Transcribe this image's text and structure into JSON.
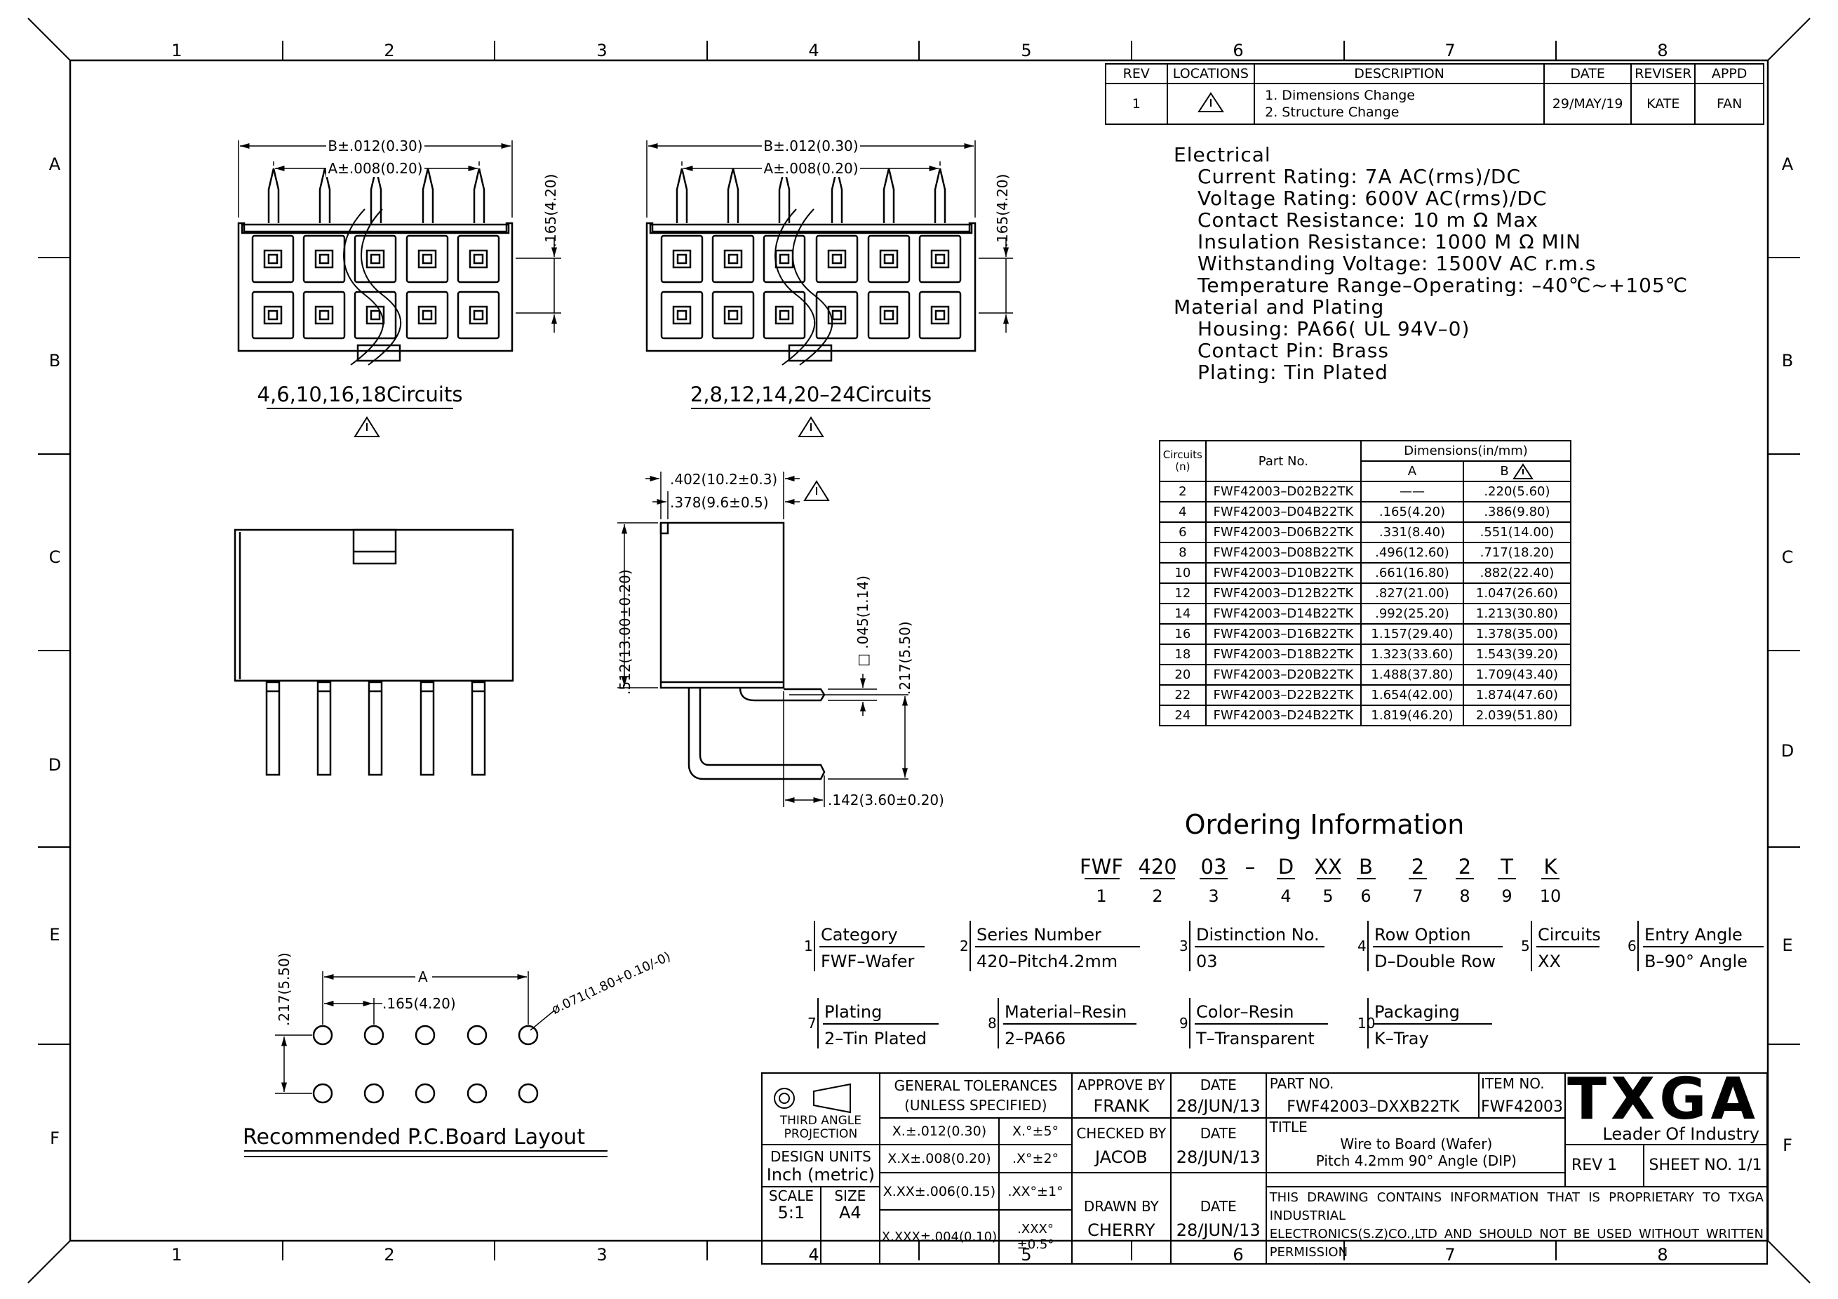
{
  "grid": {
    "columns": [
      "1",
      "2",
      "3",
      "4",
      "5",
      "6",
      "7",
      "8"
    ],
    "rows": [
      "A",
      "B",
      "C",
      "D",
      "E",
      "F"
    ]
  },
  "revision": {
    "headers": [
      "REV",
      "LOCATIONS",
      "DESCRIPTION",
      "DATE",
      "REVISER",
      "APPD"
    ],
    "row": {
      "rev": "1",
      "location_icon": "triangle-warning-icon",
      "desc1": "1. Dimensions Change",
      "desc2": "2. Structure Change",
      "date": "29/MAY/19",
      "reviser": "KATE",
      "appd": "FAN"
    }
  },
  "electrical": {
    "heading": "Electrical",
    "current": "Current Rating: 7A  AC(rms)/DC",
    "voltage": "Voltage Rating: 600V  AC(rms)/DC",
    "contact_res": "Contact  Resistance: 10  m Ω  Max",
    "insulation": "Insulation  Resistance: 1000  M Ω  MIN",
    "withstanding": "Withstanding  Voltage: 1500V  AC  r.m.s",
    "temperature": "Temperature  Range–Operating: –40℃~+105℃",
    "material_heading": "Material  and  Plating",
    "housing": "Housing: PA66(  UL  94V–0)",
    "contact_pin": "Contact  Pin: Brass",
    "plating": "Plating: Tin  Plated"
  },
  "dim_table": {
    "h_circuits": "Circuits",
    "h_n": "(n)",
    "h_part": "Part No.",
    "h_dims": "Dimensions(in/mm)",
    "h_a": "A",
    "h_b": "B",
    "rows": [
      {
        "n": "2",
        "part": "FWF42003–D02B22TK",
        "a": "——",
        "b": ".220(5.60)"
      },
      {
        "n": "4",
        "part": "FWF42003–D04B22TK",
        "a": ".165(4.20)",
        "b": ".386(9.80)"
      },
      {
        "n": "6",
        "part": "FWF42003–D06B22TK",
        "a": ".331(8.40)",
        "b": ".551(14.00)"
      },
      {
        "n": "8",
        "part": "FWF42003–D08B22TK",
        "a": ".496(12.60)",
        "b": ".717(18.20)"
      },
      {
        "n": "10",
        "part": "FWF42003–D10B22TK",
        "a": ".661(16.80)",
        "b": ".882(22.40)"
      },
      {
        "n": "12",
        "part": "FWF42003–D12B22TK",
        "a": ".827(21.00)",
        "b": "1.047(26.60)"
      },
      {
        "n": "14",
        "part": "FWF42003–D14B22TK",
        "a": ".992(25.20)",
        "b": "1.213(30.80)"
      },
      {
        "n": "16",
        "part": "FWF42003–D16B22TK",
        "a": "1.157(29.40)",
        "b": "1.378(35.00)"
      },
      {
        "n": "18",
        "part": "FWF42003–D18B22TK",
        "a": "1.323(33.60)",
        "b": "1.543(39.20)"
      },
      {
        "n": "20",
        "part": "FWF42003–D20B22TK",
        "a": "1.488(37.80)",
        "b": "1.709(43.40)"
      },
      {
        "n": "22",
        "part": "FWF42003–D22B22TK",
        "a": "1.654(42.00)",
        "b": "1.874(47.60)"
      },
      {
        "n": "24",
        "part": "FWF42003–D24B22TK",
        "a": "1.819(46.20)",
        "b": "2.039(51.80)"
      }
    ]
  },
  "views": {
    "dim_b": "B±.012(0.30)",
    "dim_a": "A±.008(0.20)",
    "dim_pitch": ".165(4.20)",
    "caption_left": "4,6,10,16,18Circuits",
    "caption_right": "2,8,12,14,20–24Circuits",
    "side_w1": ".402(10.2±0.3)",
    "side_w2": ".378(9.6±0.5)",
    "side_h": ".512(13.00±0.20)",
    "pin_sq": "□ .045(1.14)",
    "pin_len": ".217(5.50)",
    "pin_off": ".142(3.60±0.20)"
  },
  "pcb": {
    "dim_a": "A",
    "dim_pitch": ".165(4.20)",
    "dim_row": ".217(5.50)",
    "dim_hole": "ø.071(1.80+0.10/-0)",
    "caption": "Recommended  P.C.Board  Layout"
  },
  "ordering": {
    "title": "Ordering  Information",
    "code": [
      "FWF",
      "420",
      "03",
      "–",
      "D",
      "XX",
      "B",
      "2",
      "2",
      "T",
      "K"
    ],
    "indexes": [
      "1",
      "2",
      "3",
      "",
      "4",
      "5",
      "6",
      "7",
      "8",
      "9",
      "10"
    ],
    "items": [
      {
        "num": "1",
        "label": "Category",
        "value": "FWF–Wafer"
      },
      {
        "num": "2",
        "label": "Series Number",
        "value": "420–Pitch4.2mm"
      },
      {
        "num": "3",
        "label": "Distinction No.",
        "value": "03"
      },
      {
        "num": "4",
        "label": "Row  Option",
        "value": "D–Double  Row"
      },
      {
        "num": "5",
        "label": "Circuits",
        "value": "XX"
      },
      {
        "num": "6",
        "label": "Entry Angle",
        "value": "B–90° Angle"
      },
      {
        "num": "7",
        "label": "Plating",
        "value": "2–Tin Plated"
      },
      {
        "num": "8",
        "label": "Material–Resin",
        "value": "2–PA66"
      },
      {
        "num": "9",
        "label": "Color–Resin",
        "value": "T–Transparent"
      },
      {
        "num": "10",
        "label": "Packaging",
        "value": "K–Tray"
      }
    ]
  },
  "title_block": {
    "projection1": "THIRD ANGLE",
    "projection2": "PROJECTION",
    "tol_head1": "GENERAL TOLERANCES",
    "tol_head2": "(UNLESS SPECIFIED)",
    "tol_rows": [
      {
        "lin": "X.±.012(0.30)",
        "ang": "X.°±5°"
      },
      {
        "lin": "X.X±.008(0.20)",
        "ang": ".X°±2°"
      },
      {
        "lin": "X.XX±.006(0.15)",
        "ang": ".XX°±1°"
      },
      {
        "lin": "X.XXX±.004(0.10)",
        "ang": ".XXX°±0.5°"
      }
    ],
    "design_units1": "DESIGN UNITS",
    "design_units2": "Inch  (metric)",
    "scale_label": "SCALE",
    "scale": "5:1",
    "size_label": "SIZE",
    "size": "A4",
    "approve_label": "APPROVE BY",
    "approve": "FRANK",
    "checked_label": "CHECKED BY",
    "checked": "JACOB",
    "drawn_label": "DRAWN BY",
    "drawn": "CHERRY",
    "date_label": "DATE",
    "date": "28/JUN/13",
    "part_label": "PART NO.",
    "part": "FWF42003–DXXB22TK",
    "item_label": "ITEM NO.",
    "item": "FWF42003",
    "title_label": "TITLE",
    "title1": "Wire  to  Board  (Wafer)",
    "title2": "Pitch  4.2mm  90°  Angle  (DIP)",
    "rev": "REV 1",
    "sheet": "SHEET NO. 1/1",
    "notice1": "THIS DRAWING CONTAINS INFORMATION THAT IS PROPRIETARY TO TXGA INDUSTRIAL",
    "notice2": "ELECTRONICS(S.Z)CO.,LTD AND SHOULD NOT BE USED WITHOUT WRITTEN PERMISSION",
    "logo": "TXGA",
    "slogan": "Leader Of Industry"
  }
}
